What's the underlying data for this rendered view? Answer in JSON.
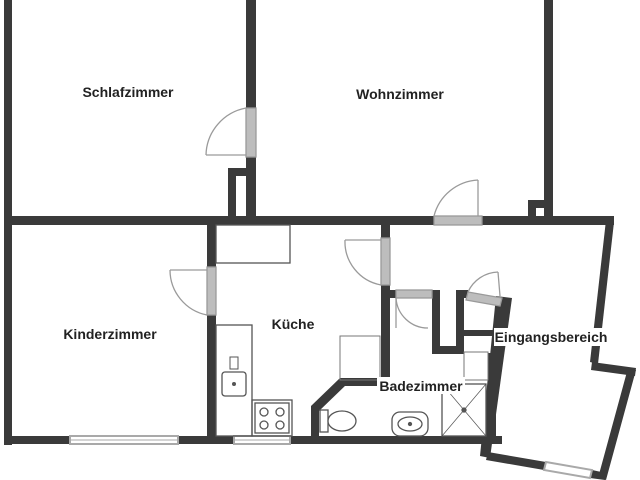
{
  "colors": {
    "wall": "#3a3a3a",
    "window": "#a9a9a9",
    "door": "#9a9a9a",
    "fixture": "#555555",
    "background": "#ffffff"
  },
  "rooms": {
    "schlafzimmer": "Schlafzimmer",
    "wohnzimmer": "Wohnzimmer",
    "kinderzimmer": "Kinderzimmer",
    "kueche": "Küche",
    "badezimmer": "Badezimmer",
    "eingangsbereich": "Eingangsbereich"
  },
  "fixtures": [
    "sink-icon",
    "stove-icon",
    "toilet-icon",
    "washbasin-icon",
    "shower-icon"
  ]
}
